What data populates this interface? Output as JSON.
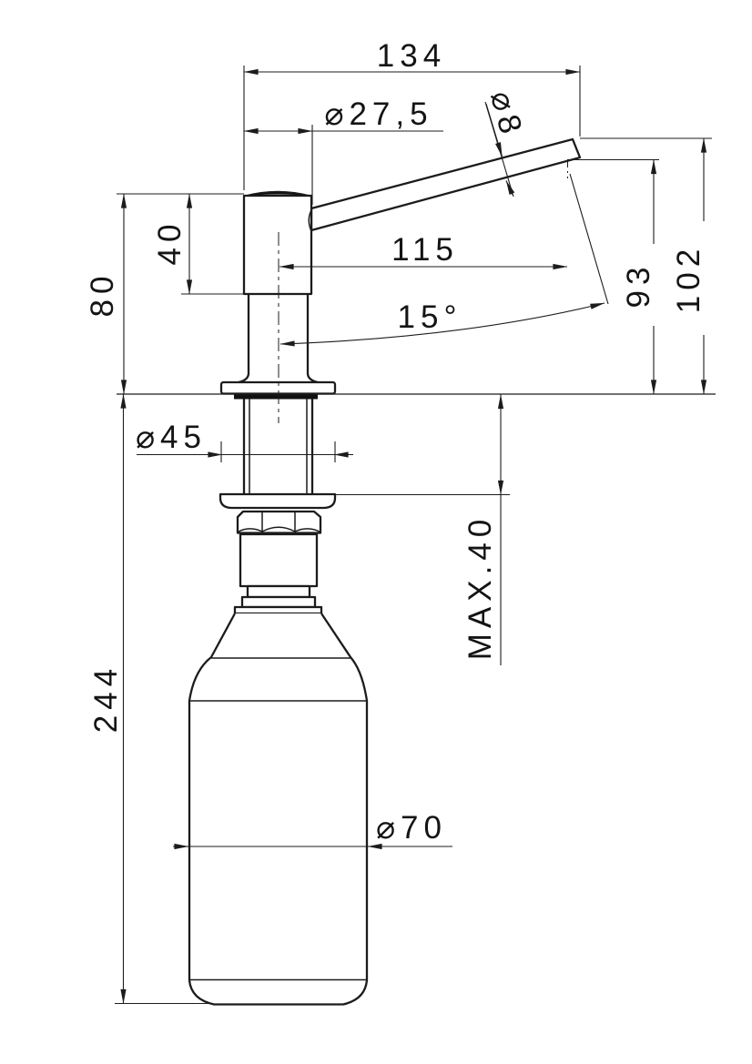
{
  "drawing": {
    "dimensions": {
      "overall_width": "134",
      "head_diameter": "⌀27,5",
      "spout_tube_diameter": "⌀8",
      "spout_reach": "115",
      "spout_angle": "15°",
      "outlet_height": "93",
      "spout_tip_height": "102",
      "head_height": "40",
      "height_above_deck": "80",
      "flange_diameter": "⌀45",
      "deck_thickness_max": "MAX.40",
      "depth_below_deck": "244",
      "bottle_diameter": "⌀70"
    }
  }
}
